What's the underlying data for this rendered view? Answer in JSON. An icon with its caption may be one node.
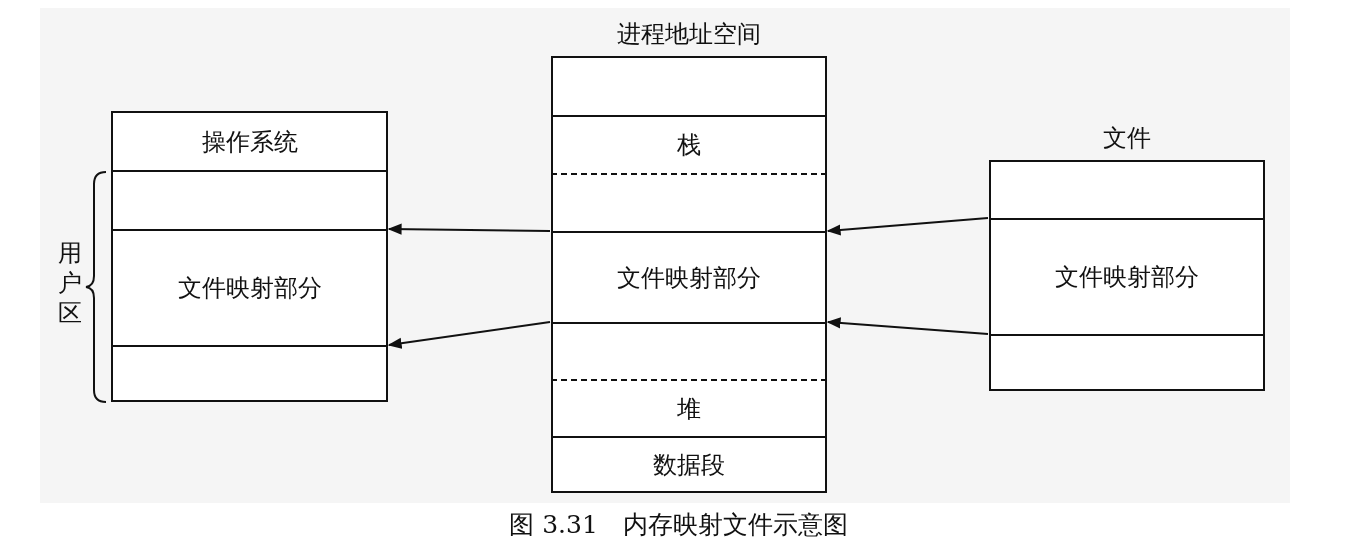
{
  "diagram": {
    "caption": "图 3.31　内存映射文件示意图",
    "nodes": [
      {
        "text": [],
        "shape": "box"
      },
      {
        "text": [
          "操作系统"
        ],
        "in": 0
      },
      {
        "text": [],
        "shape": "box",
        "in": 0
      },
      {
        "text": [
          "文件映射部分"
        ],
        "in": 0
      },
      {
        "text": [],
        "shape": "box",
        "in": 0
      },
      {
        "text": [
          "进程地址空间"
        ]
      },
      {
        "text": [],
        "shape": "box",
        "in": 5
      },
      {
        "text": [
          "栈"
        ],
        "in": 5
      },
      {
        "text": [],
        "shape": "box",
        "in": 5
      },
      {
        "text": [
          "文件映射部分"
        ],
        "in": 5
      },
      {
        "text": [],
        "shape": "box",
        "in": 5
      },
      {
        "text": [
          "堆"
        ],
        "in": 5
      },
      {
        "text": [
          "数据段"
        ],
        "in": 5
      },
      {
        "text": [
          "文件"
        ]
      },
      {
        "text": [],
        "shape": "box",
        "in": 13
      },
      {
        "text": [
          "文件映射部分"
        ],
        "in": 13
      },
      {
        "text": [],
        "shape": "box",
        "in": 13
      }
    ],
    "edges": [
      {
        "from": 9,
        "to": 3,
        "arrow": "to"
      },
      {
        "from": 9,
        "to": 3,
        "arrow": "to"
      },
      {
        "from": 15,
        "to": 9,
        "arrow": "to"
      },
      {
        "from": 15,
        "to": 9,
        "arrow": "to"
      }
    ],
    "labels": [
      "用户区"
    ]
  }
}
